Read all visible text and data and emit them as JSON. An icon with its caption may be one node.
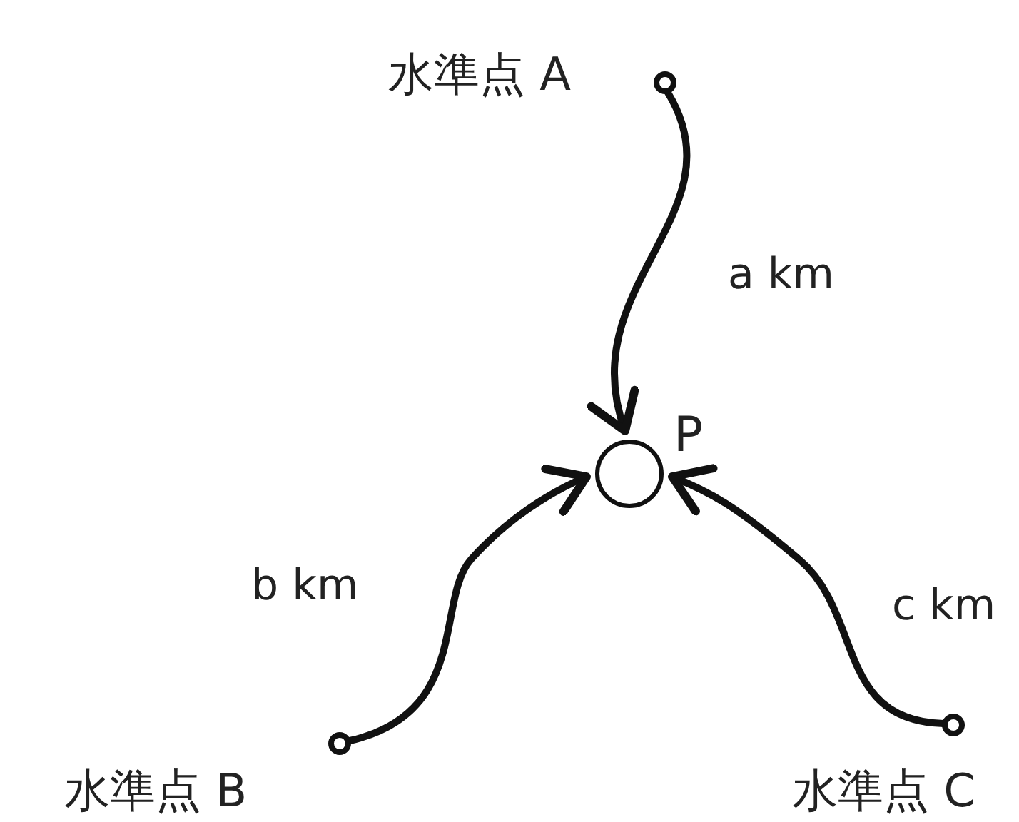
{
  "diagram": {
    "nodes": [
      {
        "text": [],
        "shape": "circle",
        "beside": [
          "水準点 A"
        ]
      },
      {
        "text": [],
        "shape": "circle",
        "beside": [
          "P"
        ]
      },
      {
        "text": [],
        "shape": "circle",
        "beside": [
          "水準点 B"
        ]
      },
      {
        "text": [],
        "shape": "circle",
        "beside": [
          "水準点 C"
        ]
      }
    ],
    "edges": [
      {
        "from": 0,
        "to": 1,
        "arrow": "to",
        "label": "a km"
      },
      {
        "from": 2,
        "to": 1,
        "arrow": "to",
        "label": "b km"
      },
      {
        "from": 3,
        "to": 1,
        "arrow": "to",
        "label": "c km"
      }
    ]
  }
}
